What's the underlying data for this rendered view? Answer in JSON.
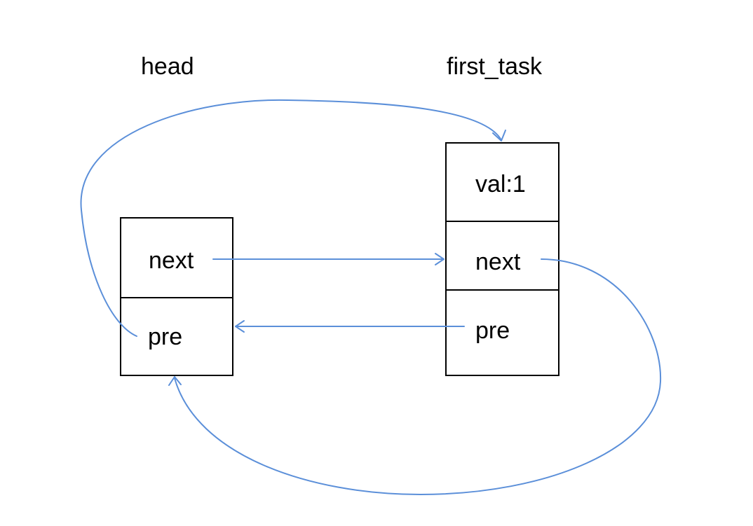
{
  "nodes": {
    "head": {
      "title": "head",
      "fields": {
        "next": "next",
        "pre": "pre"
      }
    },
    "first_task": {
      "title": "first_task",
      "fields": {
        "val": "val:1",
        "next": "next",
        "pre": "pre"
      }
    }
  },
  "colors": {
    "arrow": "#5b8fd9",
    "box_border": "#000000",
    "text": "#000000"
  }
}
